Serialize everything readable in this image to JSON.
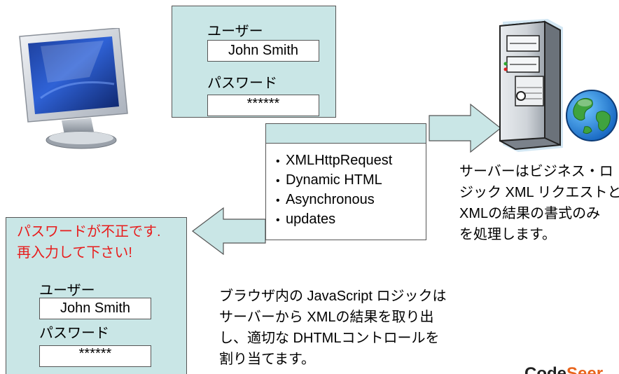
{
  "login_panel_top": {
    "user_label": "ユーザー",
    "user_value": "John Smith",
    "password_label": "パスワード",
    "password_value": "******"
  },
  "request_box": {
    "items": [
      "XMLHttpRequest",
      "Dynamic HTML",
      "Asynchronous",
      "updates"
    ],
    "bullet": "•"
  },
  "server_caption": [
    "サーバーはビジネス・ロ",
    "ジック XML リクエストと",
    "XMLの結果の書式のみ",
    "を処理します。"
  ],
  "login_panel_bottom": {
    "error_lines": [
      "パスワードが不正です.",
      "再入力して下さい!"
    ],
    "user_label": "ユーザー",
    "user_value": "John Smith",
    "password_label": "パスワード",
    "password_value": "******"
  },
  "browser_caption": [
    "ブラウザ内の JavaScript ロジックは",
    "サーバーから XMLの結果を取り出",
    "し、適切な DHTMLコントロールを",
    "割り当てます。"
  ],
  "logo": {
    "part1": "Code",
    "part2": "Seer"
  },
  "colors": {
    "panel_fill": "#c9e6e6",
    "arrow_fill": "#c9e6e6",
    "error_text": "#e81c1c",
    "border": "#555555"
  },
  "icons": [
    "computer-monitor-icon",
    "server-tower-icon",
    "globe-icon",
    "right-arrow",
    "left-arrow"
  ]
}
